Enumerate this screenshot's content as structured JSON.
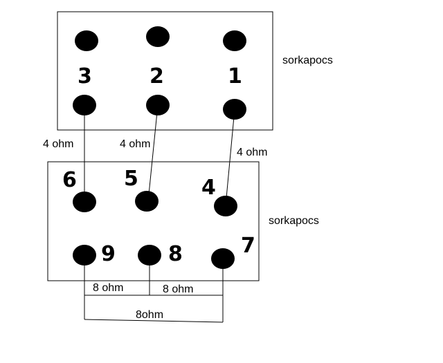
{
  "blocks": {
    "top_label": "sorkapocs",
    "bottom_label": "sorkapocs"
  },
  "terminals": {
    "t1": "1",
    "t2": "2",
    "t3": "3",
    "t4": "4",
    "t5": "5",
    "t6": "6",
    "t7": "7",
    "t8": "8",
    "t9": "9"
  },
  "resistors": {
    "r_3_6": "4 ohm",
    "r_2_5": "4 ohm",
    "r_1_4": "4 ohm",
    "r_9_8": "8 ohm",
    "r_8_7": "8 ohm",
    "r_9_7": "8ohm"
  }
}
